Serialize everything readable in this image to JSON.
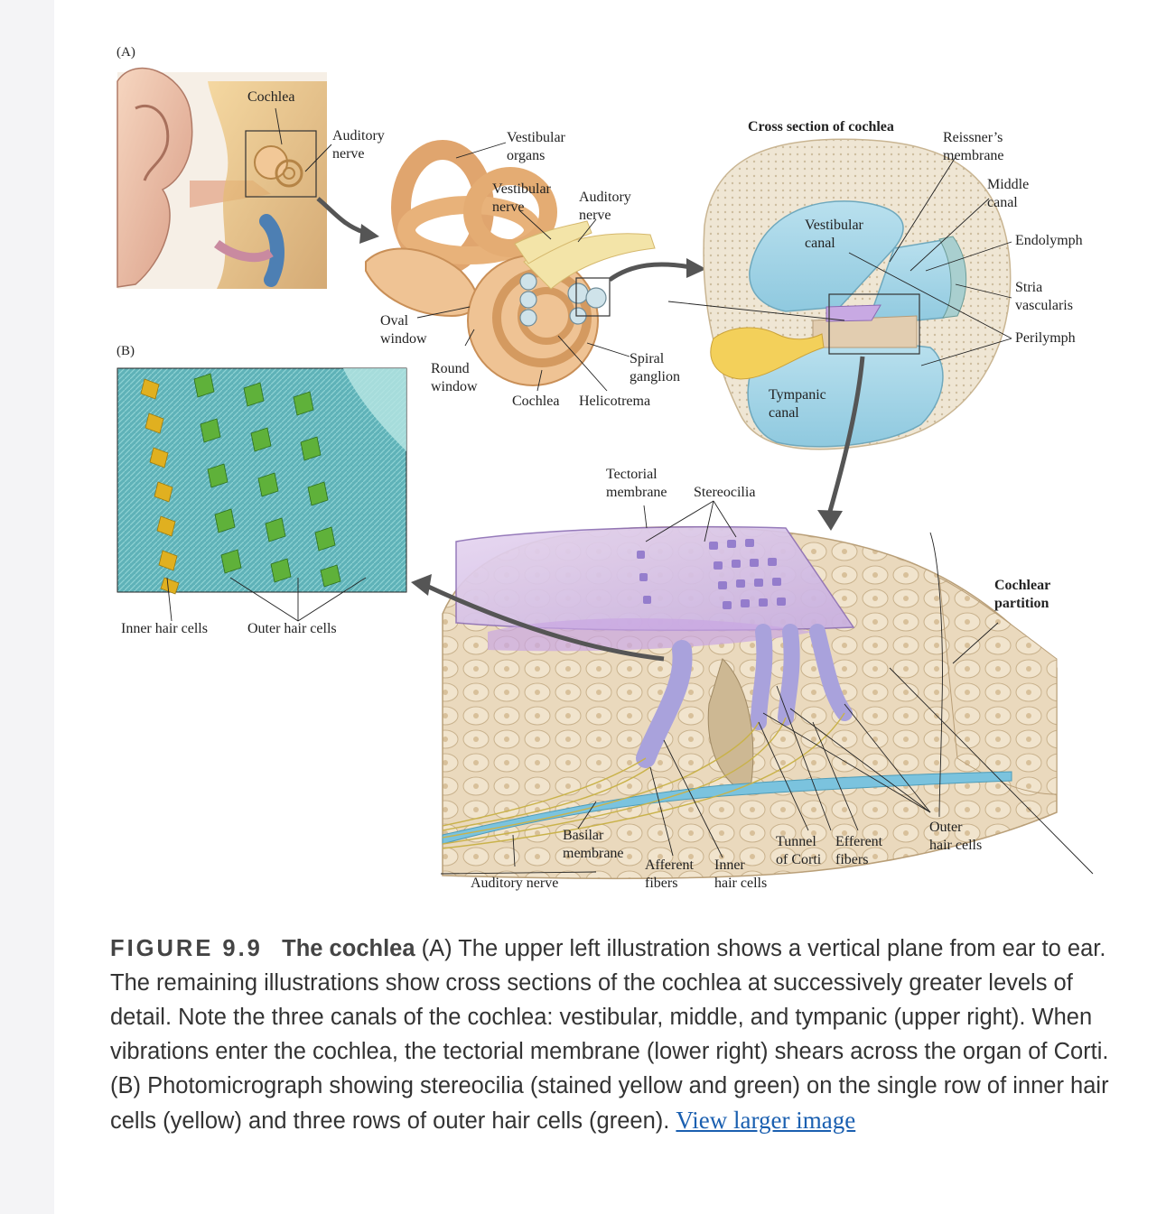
{
  "figure": {
    "panel_a_label": "(A)",
    "panel_b_label": "(B)",
    "ear": {
      "cochlea": "Cochlea",
      "auditory_nerve": [
        "Auditory",
        "nerve"
      ]
    },
    "inner_ear": {
      "vestibular_organs": [
        "Vestibular",
        "organs"
      ],
      "vestibular_nerve": [
        "Vestibular",
        "nerve"
      ],
      "auditory_nerve": [
        "Auditory",
        "nerve"
      ],
      "oval_window": [
        "Oval",
        "window"
      ],
      "round_window": [
        "Round",
        "window"
      ],
      "spiral_ganglion": [
        "Spiral",
        "ganglion"
      ],
      "cochlea": "Cochlea",
      "helicotrema": "Helicotrema"
    },
    "cross_section": {
      "title": "Cross section of cochlea",
      "reissners_membrane": [
        "Reissner’s",
        "membrane"
      ],
      "middle_canal": [
        "Middle",
        "canal"
      ],
      "vestibular_canal": [
        "Vestibular",
        "canal"
      ],
      "endolymph": "Endolymph",
      "stria_vascularis": [
        "Stria",
        "vascularis"
      ],
      "perilymph": "Perilymph",
      "tympanic_canal": [
        "Tympanic",
        "canal"
      ]
    },
    "micrograph": {
      "inner_hair_cells": "Inner hair cells",
      "outer_hair_cells": "Outer hair cells"
    },
    "organ_of_corti": {
      "tectorial_membrane": [
        "Tectorial",
        "membrane"
      ],
      "stereocilia": "Stereocilia",
      "cochlear_partition": [
        "Cochlear",
        "partition"
      ],
      "basilar_membrane": [
        "Basilar",
        "membrane"
      ],
      "auditory_nerve": "Auditory nerve",
      "afferent_fibers": [
        "Afferent",
        "fibers"
      ],
      "inner_hair_cells": [
        "Inner",
        "hair cells"
      ],
      "tunnel_of_corti": [
        "Tunnel",
        "of Corti"
      ],
      "efferent_fibers": [
        "Efferent",
        "fibers"
      ],
      "outer_hair_cells": [
        "Outer",
        "hair cells"
      ]
    }
  },
  "caption": {
    "number": "FIGURE 9.9",
    "title": "The cochlea",
    "text": " (A) The upper left illustration shows a vertical plane from ear to ear. The remaining illustrations show cross sections of the cochlea at successively greater levels of detail. Note the three canals of the cochlea: vestibular, middle, and tympanic (upper right). When vibrations enter the cochlea, the tectorial membrane (lower right) shears across the organ of Corti. (B) Photomicrograph showing stereocilia (stained yellow and green) on the single row of inner hair cells (yellow) and three rows of outer hair cells (green). ",
    "link": "View larger image"
  }
}
